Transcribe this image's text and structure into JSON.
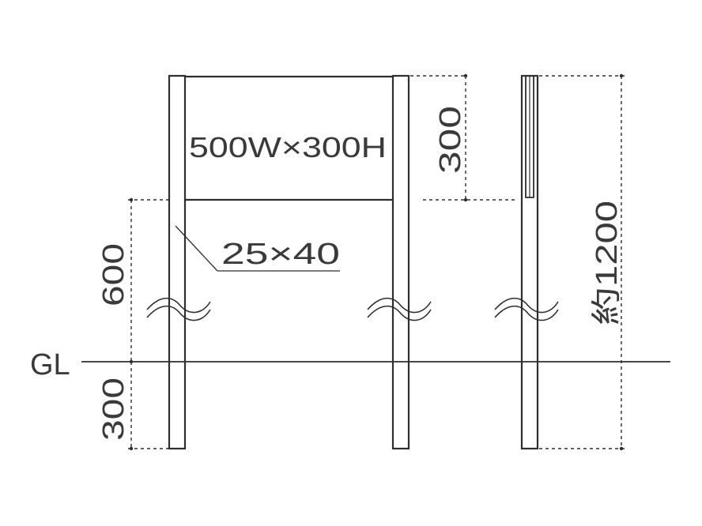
{
  "diagram": {
    "sign_size_label": "500W×300H",
    "post_size_label": "25×40",
    "ground_label": "GL",
    "dim_sign_height": "300",
    "dim_above_ground": "600",
    "dim_below_ground": "300",
    "dim_total": "約1200"
  }
}
